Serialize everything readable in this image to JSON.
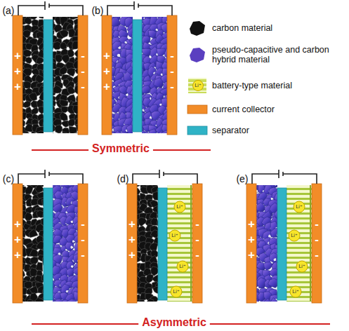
{
  "diagram": {
    "labels": [
      "(a)",
      "(b)",
      "(c)",
      "(d)",
      "(e)",
      "+",
      "+",
      "+",
      "-",
      "-",
      "-",
      "+",
      "+",
      "+",
      "-",
      "-",
      "-",
      "+",
      "+",
      "+",
      "-",
      "-",
      "-",
      "+",
      "+",
      "+",
      "-",
      "-",
      "-",
      "+",
      "+",
      "+",
      "-",
      "-",
      "-",
      "Li⁺",
      "Li⁺",
      "Li⁺",
      "Li⁺",
      "Li⁺",
      "Li⁺",
      "Li⁺",
      "Li⁺",
      "Li⁺",
      "Symmetric",
      "Asymmetric"
    ],
    "legend": [
      {
        "text": "carbon material",
        "color": "#111111"
      },
      {
        "text": "pseudo-capacitive and carbon hybrid material",
        "color": "#5a3fc0"
      },
      {
        "text": "battery-type material",
        "color": "#c9dc5a"
      },
      {
        "text": "current collector",
        "color": "#f28c28"
      },
      {
        "text": "separator",
        "color": "#2fb3c6"
      }
    ]
  }
}
